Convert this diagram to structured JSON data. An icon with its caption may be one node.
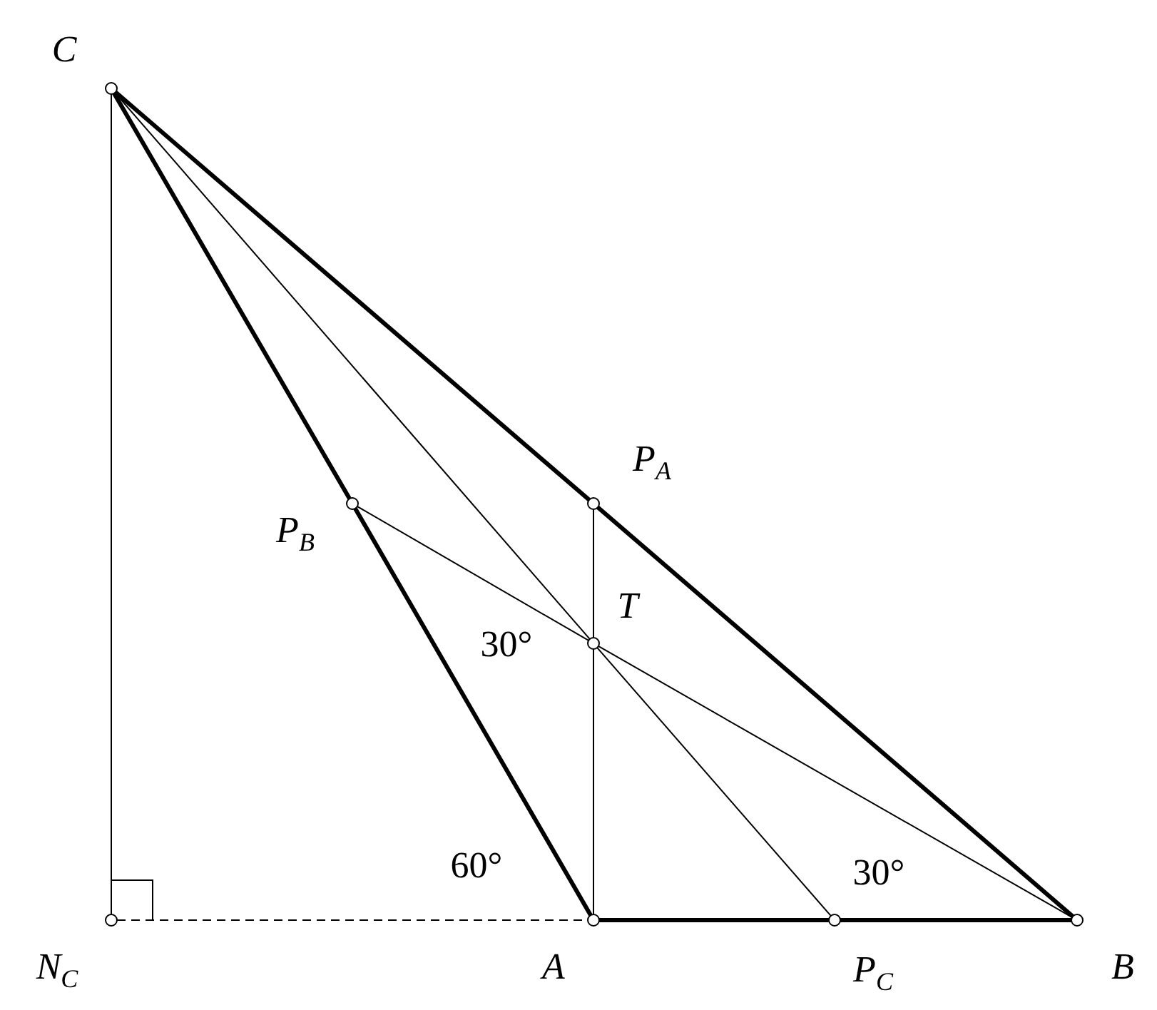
{
  "diagram": {
    "nodes": [
      {
        "text": [],
        "shape": "circle",
        "beside": [
          "C"
        ]
      },
      {
        "text": [],
        "shape": "circle",
        "beside": [
          "P$_{A}$"
        ]
      },
      {
        "text": [],
        "shape": "circle",
        "beside": [
          "P$_{B}$"
        ]
      },
      {
        "text": [],
        "shape": "circle",
        "beside": [
          "T"
        ]
      },
      {
        "text": [],
        "shape": "circle",
        "beside": [
          "N$_{C}$"
        ]
      },
      {
        "text": [],
        "shape": "circle",
        "beside": [
          "A"
        ]
      },
      {
        "text": [],
        "shape": "circle",
        "beside": [
          "P$_{C}$"
        ]
      },
      {
        "text": [],
        "shape": "circle",
        "beside": [
          "B"
        ]
      }
    ],
    "edges": [
      {
        "from": 0,
        "to": 1,
        "arrow": "none",
        "style": "thick"
      },
      {
        "from": 1,
        "to": 7,
        "arrow": "none",
        "style": "thick"
      },
      {
        "from": 0,
        "to": 2,
        "arrow": "none",
        "style": "thick"
      },
      {
        "from": 2,
        "to": 5,
        "arrow": "none",
        "style": "thick"
      },
      {
        "from": 5,
        "to": 6,
        "arrow": "none",
        "style": "thick"
      },
      {
        "from": 6,
        "to": 7,
        "arrow": "none",
        "style": "thick"
      },
      {
        "from": 0,
        "to": 4,
        "arrow": "none"
      },
      {
        "from": 4,
        "to": 5,
        "arrow": "none",
        "style": "dashed"
      },
      {
        "from": 0,
        "to": 3,
        "arrow": "none"
      },
      {
        "from": 3,
        "to": 6,
        "arrow": "none"
      },
      {
        "from": 2,
        "to": 3,
        "arrow": "none"
      },
      {
        "from": 3,
        "to": 7,
        "arrow": "none"
      },
      {
        "from": 5,
        "to": 3,
        "arrow": "none"
      },
      {
        "from": 3,
        "to": 1,
        "arrow": "none"
      }
    ],
    "labels": [
      "30°",
      "60°",
      "30°"
    ]
  }
}
